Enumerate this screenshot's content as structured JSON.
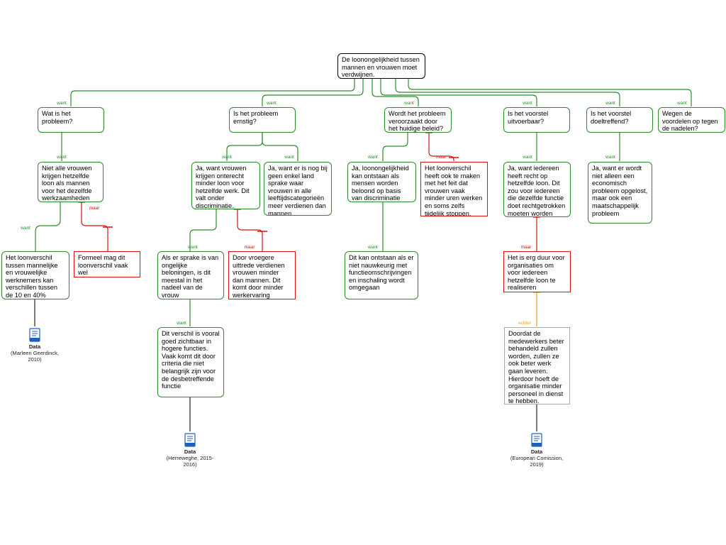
{
  "root": "De loonongelijkheid tussen mannen en vrouwen moet verdwijnen.",
  "labels": {
    "want": "want",
    "maar": "maar",
    "echter": "echter"
  },
  "questions": {
    "q1": "Wat is het probleem?",
    "q2": "Is het probleem ernstig?",
    "q3": "Wordt het probleem veroorzaakt door het huidige beleid?",
    "q4": "Is het voorstel uitvoerbaar?",
    "q5": "Is het voorstel doeltreffend?",
    "q6": "Wegen de voordelen op tegen de nadelen?"
  },
  "args": {
    "a1": "Niet alle vrouwen krijgen hetzelfde loon als mannen voor het dezelfde werkzaamheden",
    "a1r": "Formeel mag dit loonverschil vaak wel",
    "a1s": "Het loonverschil tussen mannelijke en vrouwelijke werknemers kan verschillen tussen de 10 en 40%",
    "a2a": "Ja, want vrouwen krijgen onterecht minder loon voor hetzelfde werk. Dit valt onder discriminatie.",
    "a2b": "Ja, want er is nog bij geen enkel land sprake waar vrouwen in alle leeftijdscategorieën meer verdienen dan mannen",
    "a2r": "Door vroegere uittrede verdienen vrouwen minder dan mannen. Dit komt door minder werkervaring",
    "a2s": "Als er sprake is van ongelijke beloningen, is dit meestal in het nadeel van de vrouw",
    "a2s2": "Dit verschil is vooral goed zichtbaar in hogere functies. Vaak komt dit door criteria die niet belangrijk zijn voor de desbetreffende functie",
    "a3": "Ja, loonongelijkheid kan ontstaan als mensen worden beloond op basis van discriminatie",
    "a3r": "Het loonverschil heeft ook te maken met het feit dat vrouwen vaak minder uren werken en soms zelfs tijdelijk stoppen.",
    "a3s": "Dit kan ontstaan als er niet nauwkeurig met functieomschrijvingen en inschaling wordt omgegaan",
    "a4": "Ja, want iedereen heeft recht op hetzelfde loon. Dit zou voor iedereen die dezelfde functie doet rechtgetrokken moeten worden",
    "a4r": "Het is erg duur voor organisaties om voor iedereen hetzelfde loon te realiseren",
    "a4o": "Doordat de medewerkers beter behandeld zullen worden, zullen ze ook beter werk gaan leveren. Hierdoor hoeft de organisatie minder personeel in dienst te hebben.",
    "a5": "Ja, want er wordt niet alleen een economisch probleem opgelost, maar ook een maatschappelijk probleem"
  },
  "sources": {
    "title": "Data",
    "s1": "(Marleen Geerdinck, 2010)",
    "s2": "(Herreweghe, 2015-2016)",
    "s3": "(European Comission, 2019)"
  },
  "colors": {
    "support": "#2e8b2e",
    "rebuttal": "#dd1111",
    "counter": "#f0a020",
    "root": "#000000"
  }
}
